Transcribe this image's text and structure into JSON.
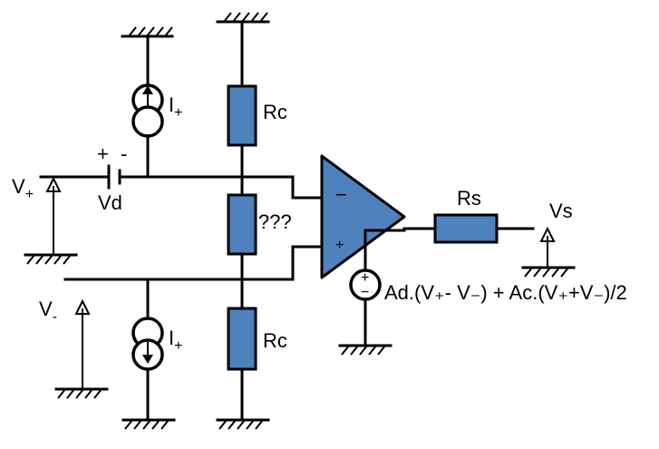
{
  "labels": {
    "i_plus_top": "I",
    "i_plus_top_sub": "+",
    "i_plus_bottom": "I",
    "i_plus_bottom_sub": "+",
    "rc_top": "Rc",
    "rc_bottom": "Rc",
    "unknown_resistor": "???",
    "rs": "Rs",
    "vs": "Vs",
    "vd": "Vd",
    "vd_plus": "+",
    "vd_minus": "-",
    "v_plus": "V",
    "v_plus_sub": "+",
    "v_minus": "V",
    "v_minus_sub": "-",
    "opamp_minus": "−",
    "opamp_plus": "+",
    "source_plus": "+",
    "source_minus": "−",
    "output_expression": "Ad.(V₊- V₋) + Ac.(V₊+V₋)/2"
  },
  "colors": {
    "component_fill": "#4f81bd",
    "stroke": "#000000",
    "background": "#ffffff"
  }
}
